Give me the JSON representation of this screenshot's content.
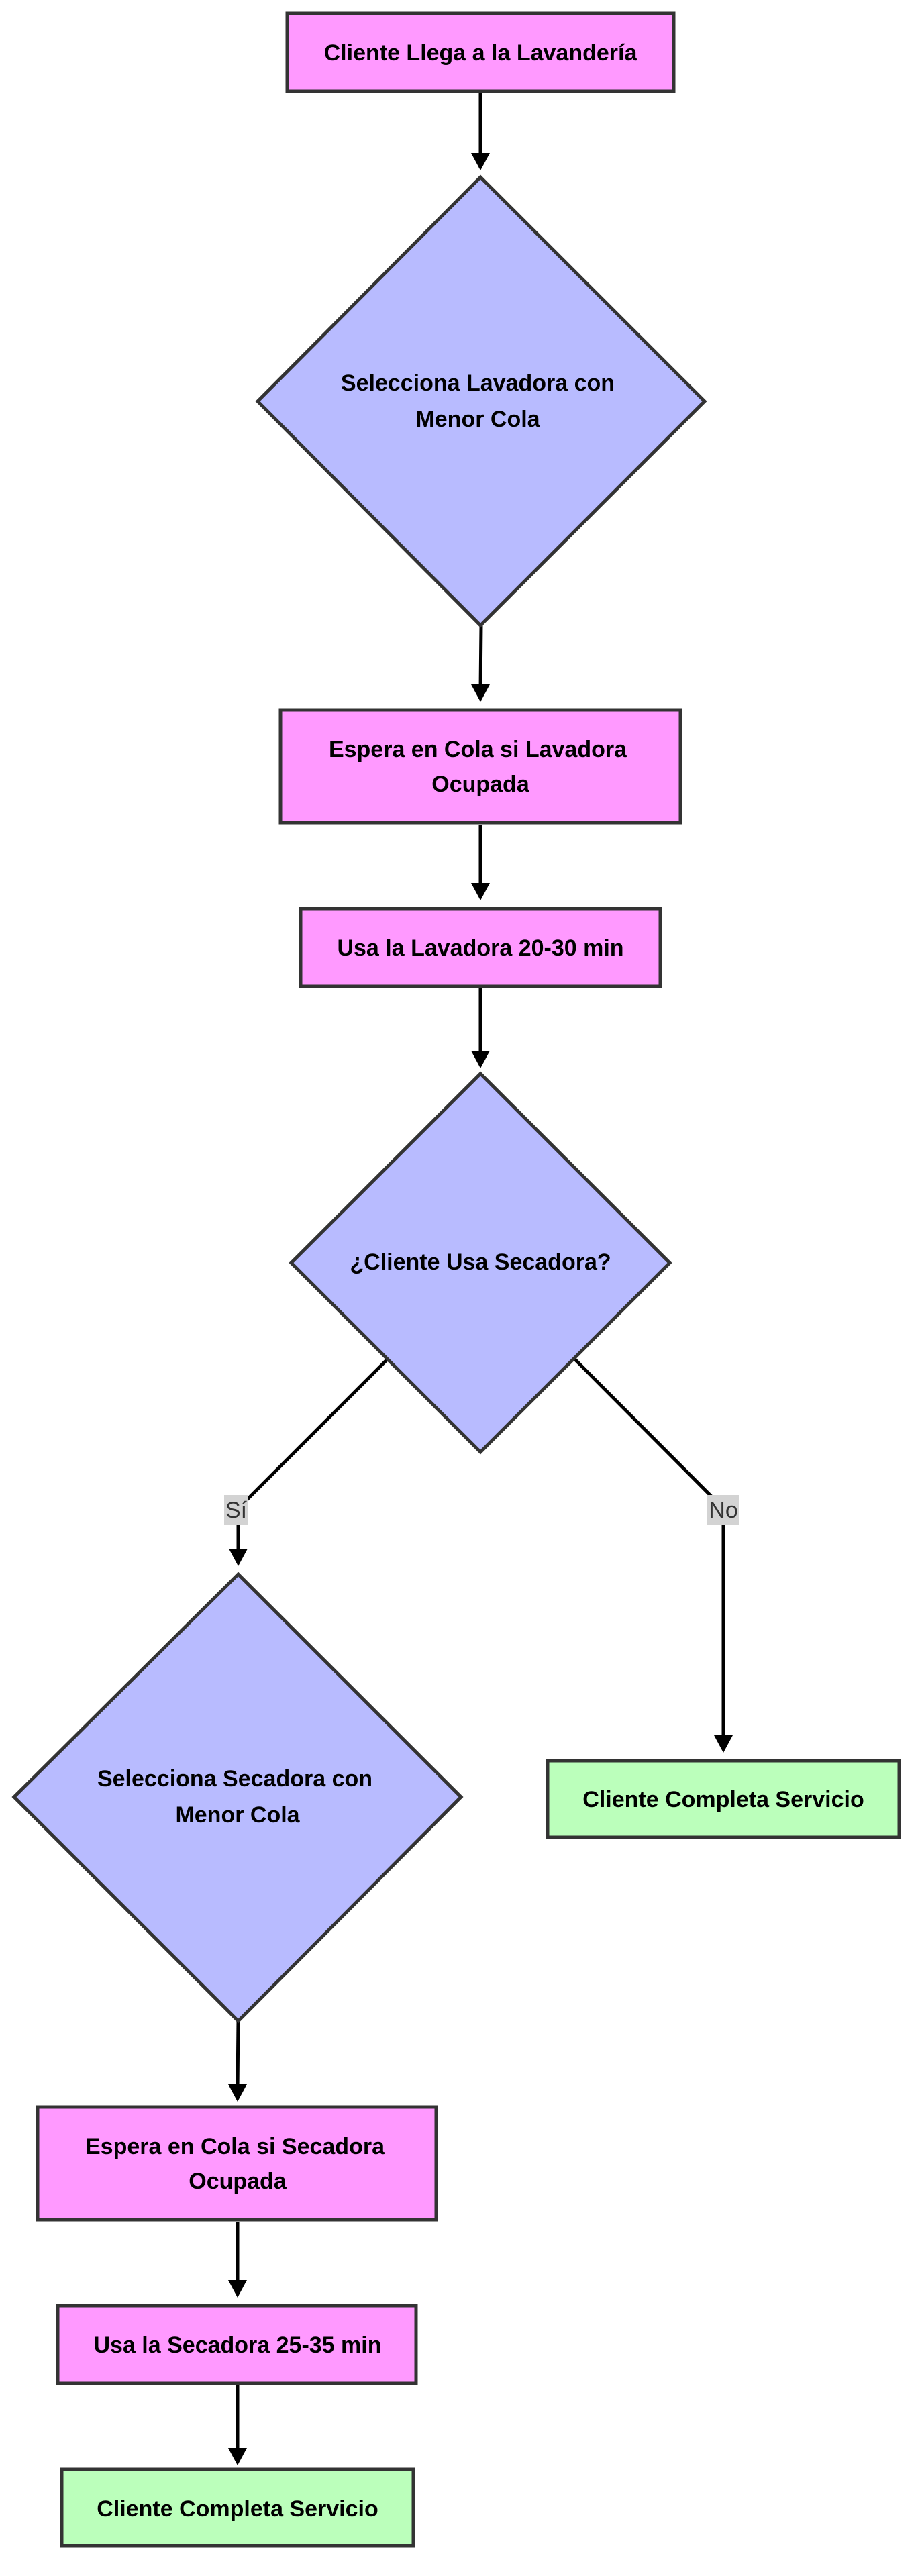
{
  "colors": {
    "process_fill": "#ff99ff",
    "decision_fill": "#b8bbff",
    "end_fill": "#bbffbb",
    "stroke": "#333333",
    "edge": "#000000",
    "edge_label_bg": "#d3d3d3"
  },
  "nodes": {
    "arrive": {
      "lines": [
        "Cliente Llega a la Lavandería"
      ],
      "shape": "process"
    },
    "select_washer": {
      "lines": [
        "Selecciona Lavadora con",
        "Menor Cola"
      ],
      "shape": "decision"
    },
    "wait_washer": {
      "lines": [
        "Espera en Cola si Lavadora",
        "Ocupada"
      ],
      "shape": "process"
    },
    "use_washer": {
      "lines": [
        "Usa la Lavadora 20-30 min"
      ],
      "shape": "process"
    },
    "uses_dryer": {
      "lines": [
        "¿Cliente Usa Secadora?"
      ],
      "shape": "decision"
    },
    "select_dryer": {
      "lines": [
        "Selecciona Secadora con",
        "Menor Cola"
      ],
      "shape": "decision"
    },
    "complete_no": {
      "lines": [
        "Cliente Completa Servicio"
      ],
      "shape": "end"
    },
    "wait_dryer": {
      "lines": [
        "Espera en Cola si Secadora",
        "Ocupada"
      ],
      "shape": "process"
    },
    "use_dryer": {
      "lines": [
        "Usa la Secadora 25-35 min"
      ],
      "shape": "process"
    },
    "complete_yes": {
      "lines": [
        "Cliente Completa Servicio"
      ],
      "shape": "end"
    }
  },
  "edge_labels": {
    "yes": "Sí",
    "no": "No"
  }
}
